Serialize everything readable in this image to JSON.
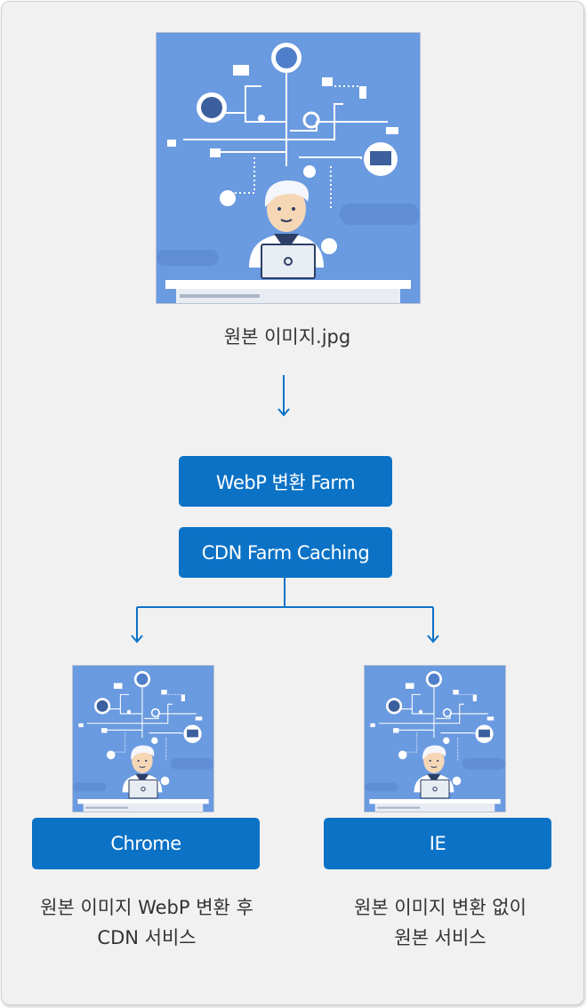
{
  "source": {
    "filename": "원본 이미지.jpg"
  },
  "pipeline": {
    "step1": "WebP 변환 Farm",
    "step2": "CDN Farm Caching"
  },
  "branches": [
    {
      "browser": "Chrome",
      "caption_line1": "원본 이미지 WebP 변환 후",
      "caption_line2": "CDN 서비스"
    },
    {
      "browser": "IE",
      "caption_line1": "원본 이미지 변환 없이",
      "caption_line2": "원본 서비스"
    }
  ],
  "colors": {
    "accent": "#0b72c6",
    "image_bg": "#6a9ae0",
    "panel_bg": "#f1f1f1"
  }
}
